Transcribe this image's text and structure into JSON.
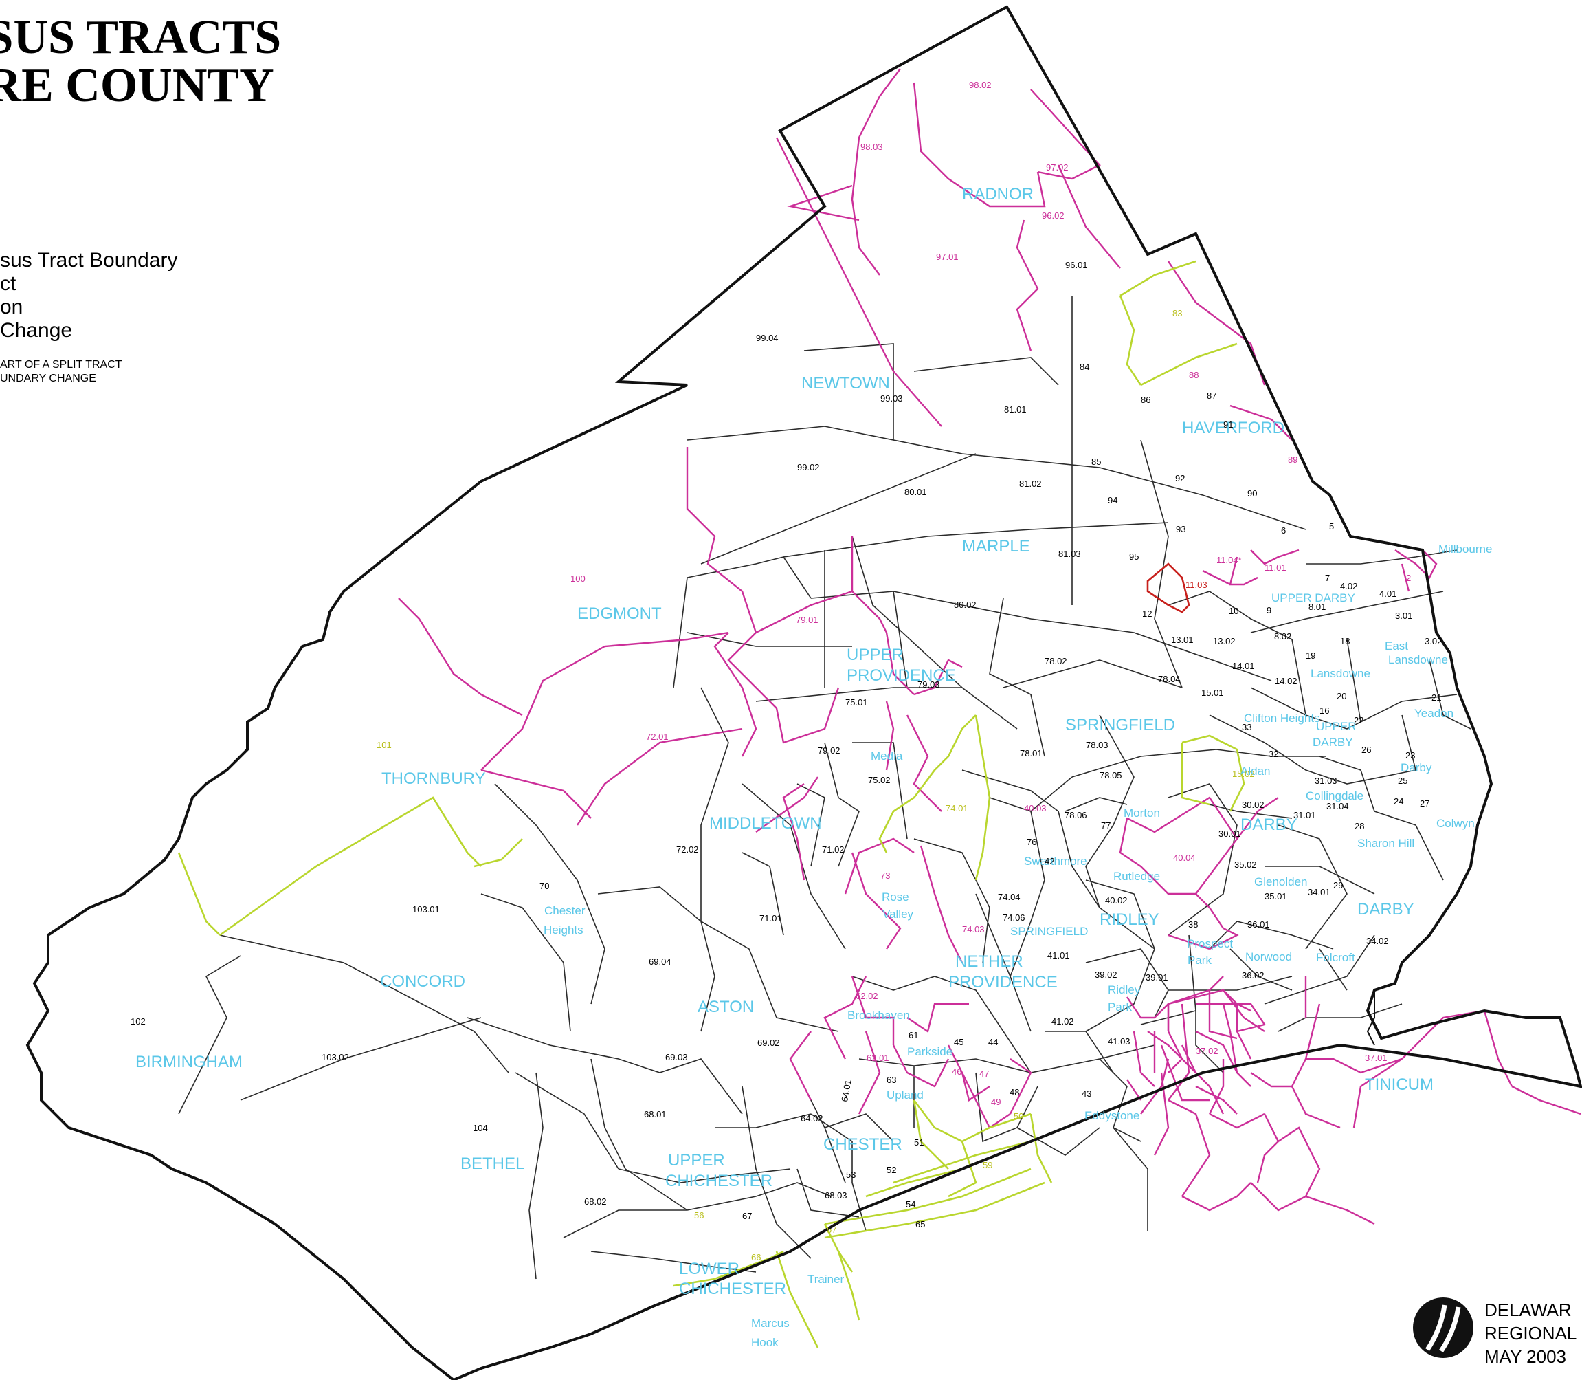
{
  "title": {
    "line1": "NSUS TRACTS",
    "line2": "ARE COUNTY"
  },
  "legend": {
    "items": [
      "sus Tract Boundary",
      "ct",
      "on",
      "Change"
    ],
    "notes": [
      "ART OF A SPLIT TRACT",
      "UNDARY CHANGE"
    ]
  },
  "footer": {
    "agency1": "DELAWAR",
    "agency2": "REGIONAL",
    "date": "MAY 2003"
  },
  "colors": {
    "boundary": "#111111",
    "tract_line": "#2b2b2b",
    "split": "#cc2f99",
    "change": "#b9d62e",
    "red": "#c8201c",
    "municipality": "#5bc7e8"
  },
  "municipalities": [
    {
      "name": "RADNOR"
    },
    {
      "name": "NEWTOWN"
    },
    {
      "name": "HAVERFORD"
    },
    {
      "name": "MARPLE"
    },
    {
      "name": "EDGMONT"
    },
    {
      "name": "UPPER"
    },
    {
      "name": "PROVIDENCE"
    },
    {
      "name": "SPRINGFIELD"
    },
    {
      "name": "THORNBURY"
    },
    {
      "name": "MIDDLETOWN"
    },
    {
      "name": "CONCORD"
    },
    {
      "name": "BIRMINGHAM"
    },
    {
      "name": "BETHEL"
    },
    {
      "name": "ASTON"
    },
    {
      "name": "NETHER"
    },
    {
      "name": "PROVIDENCE"
    },
    {
      "name": "CHESTER"
    },
    {
      "name": "UPPER"
    },
    {
      "name": "CHICHESTER"
    },
    {
      "name": "LOWER"
    },
    {
      "name": "CHICHESTER"
    },
    {
      "name": "RIDLEY"
    },
    {
      "name": "TINICUM"
    },
    {
      "name": "DARBY"
    },
    {
      "name": "UPPER DARBY"
    },
    {
      "name": "UPPER"
    },
    {
      "name": "DARBY"
    },
    {
      "name": "DARBY"
    },
    {
      "name": "Media"
    },
    {
      "name": "Chester"
    },
    {
      "name": "Heights"
    },
    {
      "name": "Rose"
    },
    {
      "name": "Valley"
    },
    {
      "name": "Swarthmore"
    },
    {
      "name": "Morton"
    },
    {
      "name": "Rutledge"
    },
    {
      "name": "Eddystone"
    },
    {
      "name": "Upland"
    },
    {
      "name": "Parkside"
    },
    {
      "name": "Brookhaven"
    },
    {
      "name": "Trainer"
    },
    {
      "name": "Marcus"
    },
    {
      "name": "Hook"
    },
    {
      "name": "Prospect"
    },
    {
      "name": "Park"
    },
    {
      "name": "Norwood"
    },
    {
      "name": "Glenolden"
    },
    {
      "name": "Folcroft"
    },
    {
      "name": "Sharon Hill"
    },
    {
      "name": "Collingdale"
    },
    {
      "name": "Aldan"
    },
    {
      "name": "Clifton Heights"
    },
    {
      "name": "Lansdowne"
    },
    {
      "name": "Yeadon"
    },
    {
      "name": "Darby"
    },
    {
      "name": "Colwyn"
    },
    {
      "name": "Millbourne"
    },
    {
      "name": "East"
    },
    {
      "name": "Lansdowne"
    },
    {
      "name": "SPRINGFIELD"
    },
    {
      "name": "Ridley"
    },
    {
      "name": "Park"
    }
  ],
  "tracts": [
    {
      "label": "98.02",
      "cls": "mag"
    },
    {
      "label": "98.03",
      "cls": "mag"
    },
    {
      "label": "97.02",
      "cls": "mag"
    },
    {
      "label": "96.02",
      "cls": "mag"
    },
    {
      "label": "97.01",
      "cls": "mag"
    },
    {
      "label": "96.01",
      "cls": "blk"
    },
    {
      "label": "83",
      "cls": "grn"
    },
    {
      "label": "99.04",
      "cls": "blk"
    },
    {
      "label": "84",
      "cls": "blk"
    },
    {
      "label": "88",
      "cls": "mag"
    },
    {
      "label": "99.03",
      "cls": "blk"
    },
    {
      "label": "86",
      "cls": "blk"
    },
    {
      "label": "87",
      "cls": "blk"
    },
    {
      "label": "81.01",
      "cls": "blk"
    },
    {
      "label": "91",
      "cls": "blk"
    },
    {
      "label": "89",
      "cls": "mag"
    },
    {
      "label": "99.02",
      "cls": "blk"
    },
    {
      "label": "85",
      "cls": "blk"
    },
    {
      "label": "92",
      "cls": "blk"
    },
    {
      "label": "80.01",
      "cls": "blk"
    },
    {
      "label": "81.02",
      "cls": "blk"
    },
    {
      "label": "90",
      "cls": "blk"
    },
    {
      "label": "94",
      "cls": "blk"
    },
    {
      "label": "93",
      "cls": "blk"
    },
    {
      "label": "6",
      "cls": "blk"
    },
    {
      "label": "5",
      "cls": "blk"
    },
    {
      "label": "81.03",
      "cls": "blk"
    },
    {
      "label": "95",
      "cls": "blk"
    },
    {
      "label": "11.04*",
      "cls": "mag"
    },
    {
      "label": "11.01",
      "cls": "mag"
    },
    {
      "label": "100",
      "cls": "mag"
    },
    {
      "label": "11.03",
      "cls": "red"
    },
    {
      "label": "7",
      "cls": "blk"
    },
    {
      "label": "2",
      "cls": "mag"
    },
    {
      "label": "80.02",
      "cls": "blk"
    },
    {
      "label": "4.02",
      "cls": "blk"
    },
    {
      "label": "4.01",
      "cls": "blk"
    },
    {
      "label": "12",
      "cls": "blk"
    },
    {
      "label": "10",
      "cls": "blk"
    },
    {
      "label": "9",
      "cls": "blk"
    },
    {
      "label": "8.01",
      "cls": "blk"
    },
    {
      "label": "3.01",
      "cls": "blk"
    },
    {
      "label": "79.01",
      "cls": "mag"
    },
    {
      "label": "13.01",
      "cls": "blk"
    },
    {
      "label": "13.02",
      "cls": "blk"
    },
    {
      "label": "8.02",
      "cls": "blk"
    },
    {
      "label": "18",
      "cls": "blk"
    },
    {
      "label": "3.02",
      "cls": "blk"
    },
    {
      "label": "78.02",
      "cls": "blk"
    },
    {
      "label": "19",
      "cls": "blk"
    },
    {
      "label": "14.01",
      "cls": "blk"
    },
    {
      "label": "78.04",
      "cls": "blk"
    },
    {
      "label": "14.02",
      "cls": "blk"
    },
    {
      "label": "79.03",
      "cls": "blk"
    },
    {
      "label": "15.01",
      "cls": "blk"
    },
    {
      "label": "20",
      "cls": "blk"
    },
    {
      "label": "21",
      "cls": "blk"
    },
    {
      "label": "75.01",
      "cls": "blk"
    },
    {
      "label": "72.01",
      "cls": "mag"
    },
    {
      "label": "101",
      "cls": "grn"
    },
    {
      "label": "16",
      "cls": "blk"
    },
    {
      "label": "33",
      "cls": "blk"
    },
    {
      "label": "22",
      "cls": "blk"
    },
    {
      "label": "79.02",
      "cls": "blk"
    },
    {
      "label": "78.03",
      "cls": "blk"
    },
    {
      "label": "78.01",
      "cls": "blk"
    },
    {
      "label": "26",
      "cls": "blk"
    },
    {
      "label": "32",
      "cls": "blk"
    },
    {
      "label": "23",
      "cls": "blk"
    },
    {
      "label": "75.02",
      "cls": "blk"
    },
    {
      "label": "15.02",
      "cls": "grn"
    },
    {
      "label": "78.05",
      "cls": "blk"
    },
    {
      "label": "25",
      "cls": "blk"
    },
    {
      "label": "31.03",
      "cls": "blk"
    },
    {
      "label": "74.01",
      "cls": "grn"
    },
    {
      "label": "40.03",
      "cls": "mag"
    },
    {
      "label": "30.02",
      "cls": "blk"
    },
    {
      "label": "24",
      "cls": "blk"
    },
    {
      "label": "27",
      "cls": "blk"
    },
    {
      "label": "78.06",
      "cls": "blk"
    },
    {
      "label": "31.04",
      "cls": "blk"
    },
    {
      "label": "31.01",
      "cls": "blk"
    },
    {
      "label": "77",
      "cls": "blk"
    },
    {
      "label": "28",
      "cls": "blk"
    },
    {
      "label": "30.01",
      "cls": "blk"
    },
    {
      "label": "76",
      "cls": "blk"
    },
    {
      "label": "72.02",
      "cls": "blk"
    },
    {
      "label": "71.02",
      "cls": "blk"
    },
    {
      "label": "40.04",
      "cls": "mag"
    },
    {
      "label": "42",
      "cls": "blk"
    },
    {
      "label": "35.02",
      "cls": "blk"
    },
    {
      "label": "73",
      "cls": "mag"
    },
    {
      "label": "70",
      "cls": "blk"
    },
    {
      "label": "29",
      "cls": "blk"
    },
    {
      "label": "35.01",
      "cls": "blk"
    },
    {
      "label": "34.01",
      "cls": "blk"
    },
    {
      "label": "74.04",
      "cls": "blk"
    },
    {
      "label": "40.02",
      "cls": "blk"
    },
    {
      "label": "103.01",
      "cls": "blk"
    },
    {
      "label": "71.01",
      "cls": "blk"
    },
    {
      "label": "38",
      "cls": "blk"
    },
    {
      "label": "36.01",
      "cls": "blk"
    },
    {
      "label": "74.06",
      "cls": "blk"
    },
    {
      "label": "74.03",
      "cls": "mag"
    },
    {
      "label": "34.02",
      "cls": "blk"
    },
    {
      "label": "41.01",
      "cls": "blk"
    },
    {
      "label": "69.04",
      "cls": "blk"
    },
    {
      "label": "39.02",
      "cls": "blk"
    },
    {
      "label": "39.01",
      "cls": "blk"
    },
    {
      "label": "36.02",
      "cls": "blk"
    },
    {
      "label": "62.02",
      "cls": "mag"
    },
    {
      "label": "102",
      "cls": "blk"
    },
    {
      "label": "61",
      "cls": "blk"
    },
    {
      "label": "45",
      "cls": "blk"
    },
    {
      "label": "44",
      "cls": "blk"
    },
    {
      "label": "41.02",
      "cls": "blk"
    },
    {
      "label": "41.03",
      "cls": "blk"
    },
    {
      "label": "37.02",
      "cls": "mag"
    },
    {
      "label": "69.02",
      "cls": "blk"
    },
    {
      "label": "103.02",
      "cls": "blk"
    },
    {
      "label": "69.03",
      "cls": "blk"
    },
    {
      "label": "62.01",
      "cls": "mag"
    },
    {
      "label": "37.01",
      "cls": "mag"
    },
    {
      "label": "46",
      "cls": "mag"
    },
    {
      "label": "47",
      "cls": "mag"
    },
    {
      "label": "63",
      "cls": "blk"
    },
    {
      "label": "48",
      "cls": "blk"
    },
    {
      "label": "43",
      "cls": "blk"
    },
    {
      "label": "64.01",
      "cls": "blk"
    },
    {
      "label": "49",
      "cls": "mag"
    },
    {
      "label": "104",
      "cls": "blk"
    },
    {
      "label": "68.01",
      "cls": "blk"
    },
    {
      "label": "50",
      "cls": "grn"
    },
    {
      "label": "64.02",
      "cls": "blk"
    },
    {
      "label": "51",
      "cls": "blk"
    },
    {
      "label": "52",
      "cls": "blk"
    },
    {
      "label": "59",
      "cls": "grn"
    },
    {
      "label": "53",
      "cls": "blk"
    },
    {
      "label": "68.03",
      "cls": "blk"
    },
    {
      "label": "54",
      "cls": "blk"
    },
    {
      "label": "68.02",
      "cls": "blk"
    },
    {
      "label": "57",
      "cls": "grn"
    },
    {
      "label": "56",
      "cls": "grn"
    },
    {
      "label": "67",
      "cls": "blk"
    },
    {
      "label": "65",
      "cls": "blk"
    },
    {
      "label": "66",
      "cls": "grn"
    }
  ]
}
